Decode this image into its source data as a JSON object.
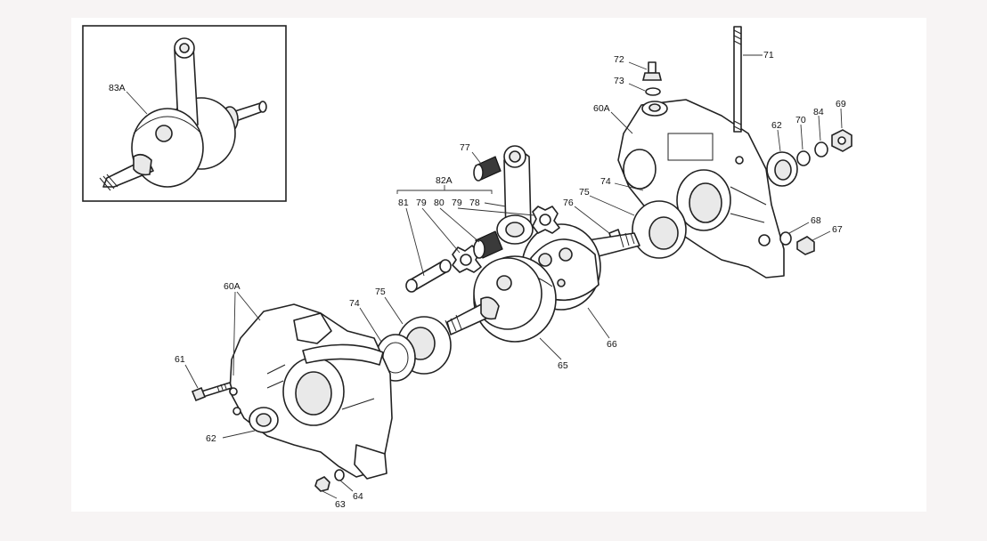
{
  "callouts": {
    "c83A": "83A",
    "c72": "72",
    "c71": "71",
    "c73": "73",
    "c60A_right": "60A",
    "c62_right": "62",
    "c70": "70",
    "c84": "84",
    "c69": "69",
    "c77": "77",
    "c82A": "82A",
    "c81": "81",
    "c79a": "79",
    "c80": "80",
    "c79b": "79",
    "c78": "78",
    "c76": "76",
    "c75_right": "75",
    "c74_right": "74",
    "c68": "68",
    "c67": "67",
    "c60A_left": "60A",
    "c74_left": "74",
    "c75_left": "75",
    "c61": "61",
    "c65": "65",
    "c66": "66",
    "c62_left": "62",
    "c64": "64",
    "c63": "63"
  }
}
